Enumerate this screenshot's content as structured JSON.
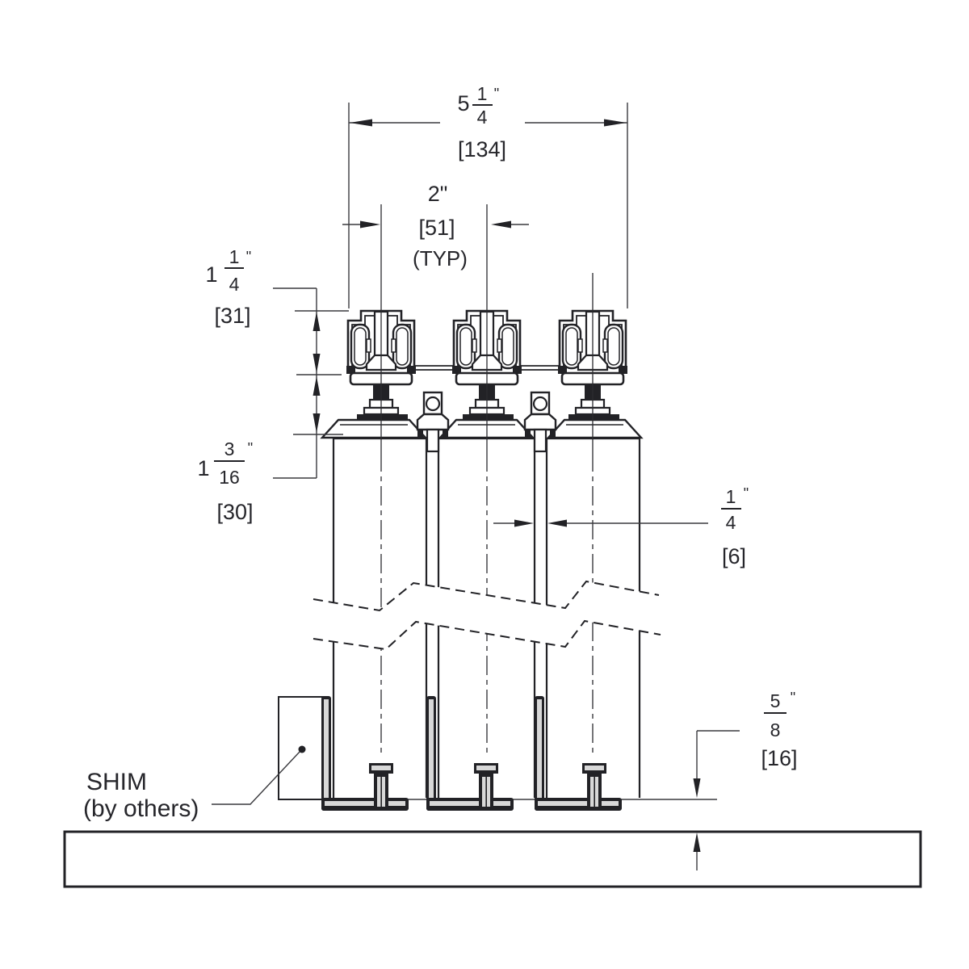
{
  "drawing_type": "sliding-door-track-cross-section",
  "colors": {
    "ink": "#222226",
    "dimension_line": "#3a3a3e",
    "hardware_fill": "#d8d8d8",
    "background": "#ffffff"
  },
  "dims": {
    "overall": {
      "whole": "5",
      "num": "1",
      "den": "4",
      "unit": "\"",
      "mm": "[134]"
    },
    "spacing": {
      "value": "2\"",
      "mm": "[51]",
      "note": "(TYP)"
    },
    "track_height": {
      "whole": "1",
      "num": "1",
      "den": "4",
      "unit": "\"",
      "mm": "[31]"
    },
    "head_clearance": {
      "whole": "1",
      "num": "3",
      "den": "16",
      "unit": "\"",
      "mm": "[30]"
    },
    "panel_gap": {
      "num": "1",
      "den": "4",
      "unit": "\"",
      "mm": "[6]"
    },
    "floor_clearance": {
      "num": "5",
      "den": "8",
      "unit": "\"",
      "mm": "[16]"
    }
  },
  "labels": {
    "shim_line1": "SHIM",
    "shim_line2": "(by others)"
  }
}
